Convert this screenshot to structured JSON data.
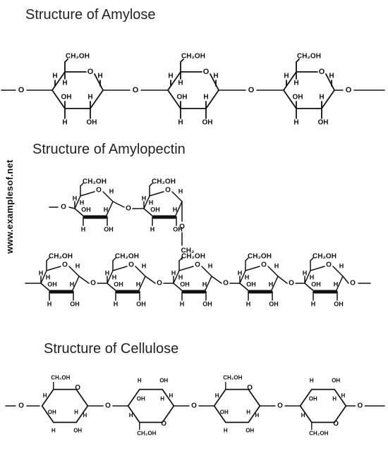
{
  "titles": {
    "amylose": "Structure of Amylose",
    "amylopectin": "Structure of Amylopectin",
    "cellulose": "Structure of Cellulose"
  },
  "watermark": "www.examplesof.net",
  "labels": {
    "ch2oh": "CH₂OH",
    "ch2": "CH₂",
    "oh": "OH",
    "h": "H",
    "o": "O"
  }
}
